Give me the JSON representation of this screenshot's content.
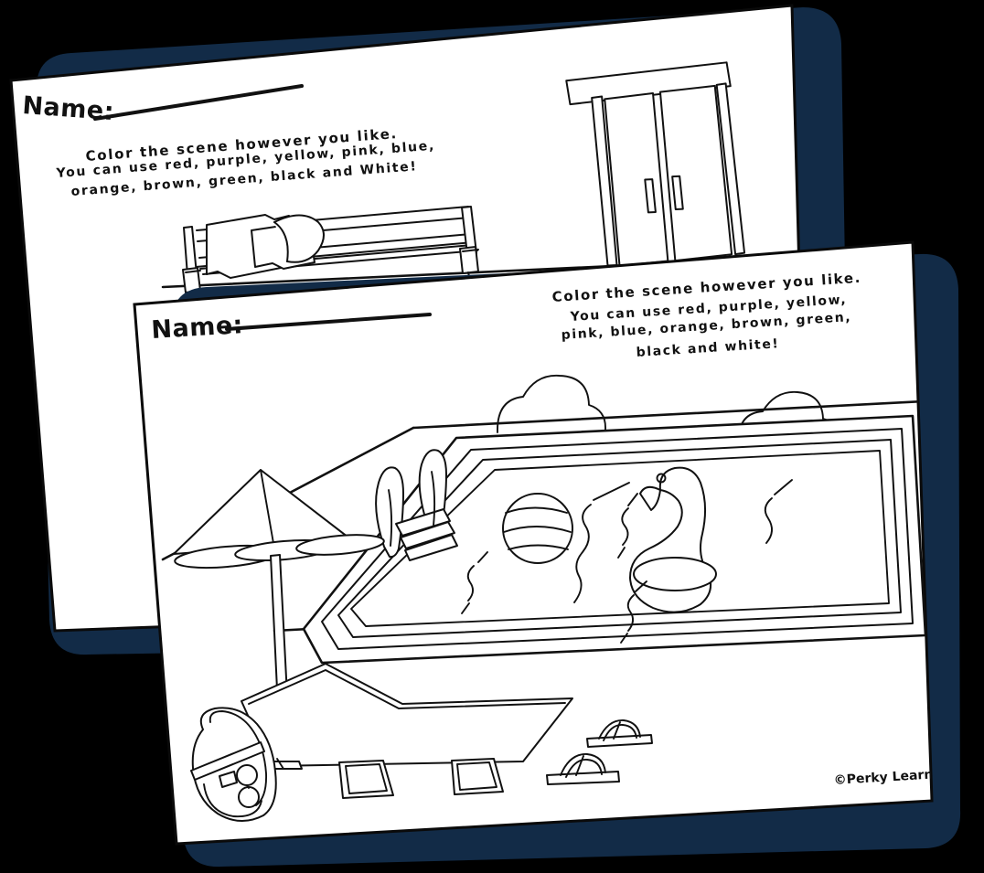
{
  "background_color": "#000000",
  "shadow_color": "#122b47",
  "paper_color": "#ffffff",
  "ink_color": "#111111",
  "worksheets": [
    {
      "id": "page-1",
      "scene": "patio-bench-and-doors",
      "name_label": "Name:",
      "name_blank": "",
      "instructions": [
        "Color the scene however you like.",
        "You can use red, purple, yellow, pink, blue,",
        "orange, brown, green, black and White!"
      ],
      "illustrations": [
        "porch-bench-icon",
        "pillow-icon",
        "double-door-icon",
        "ground-line-icon"
      ]
    },
    {
      "id": "page-2",
      "scene": "swimming-pool",
      "name_label": "Name:",
      "name_blank": "",
      "instructions": [
        "Color the scene however you like.",
        "You can use red, purple, yellow,",
        "pink, blue, orange, brown, green,",
        "black and white!"
      ],
      "copyright": "©Perky Learning",
      "illustrations": [
        "cloud-icon",
        "cloud-icon",
        "swimming-pool-icon",
        "pool-ladder-icon",
        "beach-ball-icon",
        "flamingo-float-icon",
        "water-ripple-icon",
        "patio-umbrella-icon",
        "lounge-chair-icon",
        "beach-bag-icon",
        "flip-flop-icon",
        "flip-flop-icon"
      ]
    }
  ]
}
